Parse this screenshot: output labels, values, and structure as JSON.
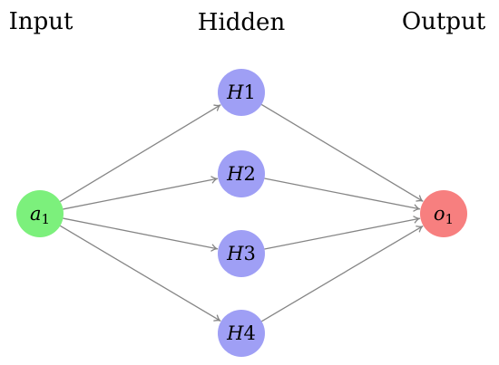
{
  "layers": [
    {
      "id": "input",
      "title": "Input"
    },
    {
      "id": "hidden",
      "title": "Hidden"
    },
    {
      "id": "output",
      "title": "Output"
    }
  ],
  "nodes": [
    {
      "id": "a1",
      "layer": "input",
      "base": "a",
      "sub": "1"
    },
    {
      "id": "H1",
      "layer": "hidden",
      "base": "H",
      "sub": "1"
    },
    {
      "id": "H2",
      "layer": "hidden",
      "base": "H",
      "sub": "2"
    },
    {
      "id": "H3",
      "layer": "hidden",
      "base": "H",
      "sub": "3"
    },
    {
      "id": "H4",
      "layer": "hidden",
      "base": "H",
      "sub": "4"
    },
    {
      "id": "o1",
      "layer": "output",
      "base": "o",
      "sub": "1"
    }
  ],
  "edges": [
    {
      "from": "a1",
      "to": "H1"
    },
    {
      "from": "a1",
      "to": "H2"
    },
    {
      "from": "a1",
      "to": "H3"
    },
    {
      "from": "a1",
      "to": "H4"
    },
    {
      "from": "H1",
      "to": "o1"
    },
    {
      "from": "H2",
      "to": "o1"
    },
    {
      "from": "H3",
      "to": "o1"
    },
    {
      "from": "H4",
      "to": "o1"
    }
  ],
  "colors": {
    "input": "#7cf07c",
    "hidden": "#9f9ff5",
    "output": "#f77f7f",
    "edge": "#858585"
  }
}
